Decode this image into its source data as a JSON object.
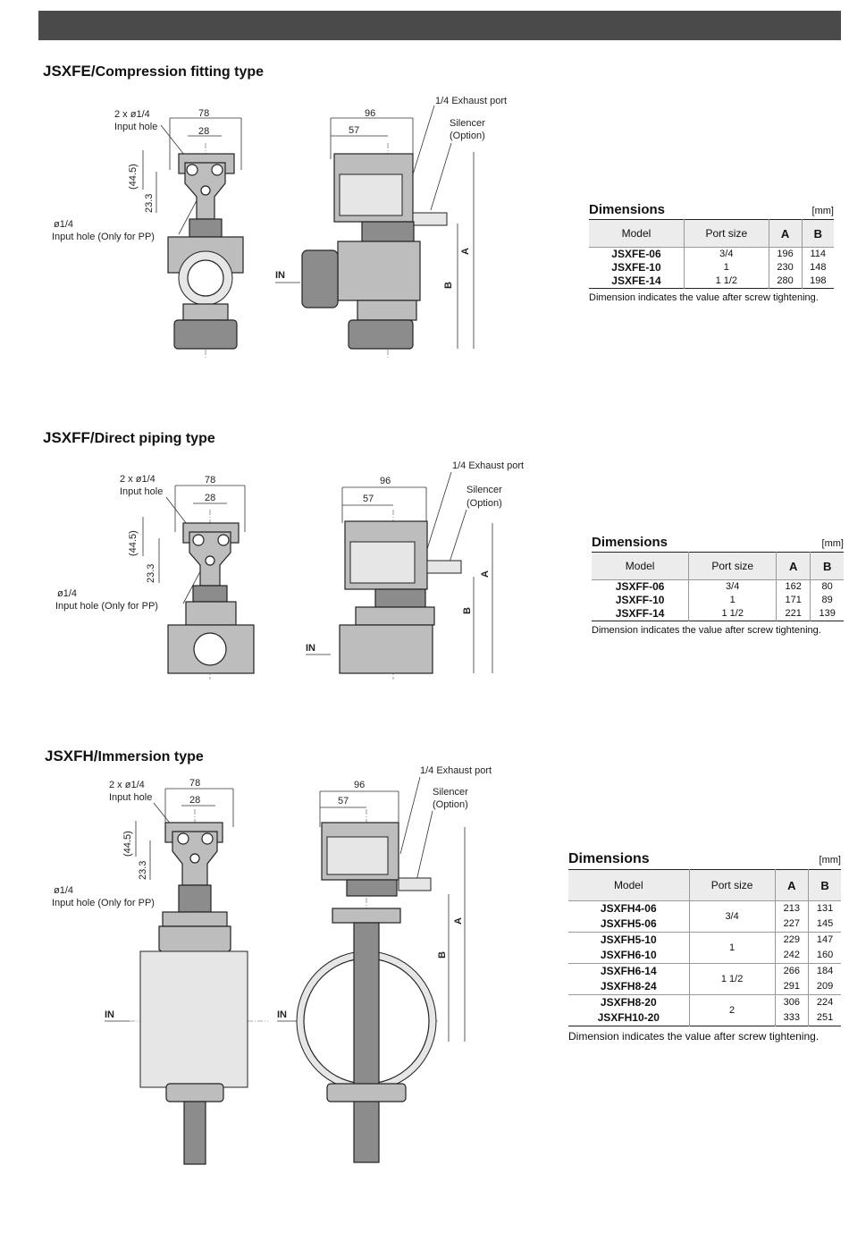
{
  "sections": [
    {
      "title_bold": "JSXFE/",
      "title_rest": "Compression fitting type",
      "drawing": {
        "label_input_hole": "2 x ø1/4",
        "label_input_hole2": "Input hole",
        "label_pp": "ø1/4",
        "label_pp2": "Input hole (Only for PP)",
        "dim_78": "78",
        "dim_28": "28",
        "dim_445": "(44.5)",
        "dim_233": "23.3",
        "dim_96": "96",
        "dim_57": "57",
        "exhaust": "1/4 Exhaust port",
        "silencer": "Silencer",
        "option": "(Option)",
        "in": "IN",
        "a": "A",
        "b": "B"
      },
      "table": {
        "title": "Dimensions",
        "unit": "[mm]",
        "headers": [
          "Model",
          "Port size",
          "A",
          "B"
        ],
        "rows": [
          {
            "model": "JSXFE-06",
            "port": "3/4",
            "a": "196",
            "b": "114"
          },
          {
            "model": "JSXFE-10",
            "port": "1",
            "a": "230",
            "b": "148"
          },
          {
            "model": "JSXFE-14",
            "port": "1 1/2",
            "a": "280",
            "b": "198"
          }
        ],
        "note": "Dimension indicates the value after screw tightening."
      }
    },
    {
      "title_bold": "JSXFF/",
      "title_rest": "Direct piping type",
      "drawing": {
        "label_input_hole": "2 x ø1/4",
        "label_input_hole2": "Input hole",
        "label_pp": "ø1/4",
        "label_pp2": "Input hole (Only for PP)",
        "dim_78": "78",
        "dim_28": "28",
        "dim_445": "(44.5)",
        "dim_233": "23.3",
        "dim_96": "96",
        "dim_57": "57",
        "exhaust": "1/4 Exhaust port",
        "silencer": "Silencer",
        "option": "(Option)",
        "in": "IN",
        "a": "A",
        "b": "B"
      },
      "table": {
        "title": "Dimensions",
        "unit": "[mm]",
        "headers": [
          "Model",
          "Port size",
          "A",
          "B"
        ],
        "rows": [
          {
            "model": "JSXFF-06",
            "port": "3/4",
            "a": "162",
            "b": "80"
          },
          {
            "model": "JSXFF-10",
            "port": "1",
            "a": "171",
            "b": "89"
          },
          {
            "model": "JSXFF-14",
            "port": "1 1/2",
            "a": "221",
            "b": "139"
          }
        ],
        "note": "Dimension indicates the value after screw tightening."
      }
    },
    {
      "title_bold": "JSXFH/",
      "title_rest": "Immersion type",
      "drawing": {
        "label_input_hole": "2 x ø1/4",
        "label_input_hole2": "Input hole",
        "label_pp": "ø1/4",
        "label_pp2": "Input hole (Only for PP)",
        "dim_78": "78",
        "dim_28": "28",
        "dim_445": "(44.5)",
        "dim_233": "23.3",
        "dim_96": "96",
        "dim_57": "57",
        "exhaust": "1/4 Exhaust port",
        "silencer": "Silencer",
        "option": "(Option)",
        "in": "IN",
        "in2": "IN",
        "a": "A",
        "b": "B"
      },
      "table": {
        "title": "Dimensions",
        "unit": "[mm]",
        "headers": [
          "Model",
          "Port size",
          "A",
          "B"
        ],
        "rows": [
          {
            "model": "JSXFH4-06",
            "port": "3/4",
            "a": "213",
            "b": "131"
          },
          {
            "model": "JSXFH5-06",
            "port": "",
            "a": "227",
            "b": "145"
          },
          {
            "model": "JSXFH5-10",
            "port": "1",
            "a": "229",
            "b": "147"
          },
          {
            "model": "JSXFH6-10",
            "port": "",
            "a": "242",
            "b": "160"
          },
          {
            "model": "JSXFH6-14",
            "port": "1 1/2",
            "a": "266",
            "b": "184"
          },
          {
            "model": "JSXFH8-24",
            "port": "",
            "a": "291",
            "b": "209"
          },
          {
            "model": "JSXFH8-20",
            "port": "2",
            "a": "306",
            "b": "224"
          },
          {
            "model": "JSXFH10-20",
            "port": "",
            "a": "333",
            "b": "251"
          }
        ],
        "note": "Dimension indicates the value after screw tightening."
      }
    }
  ]
}
